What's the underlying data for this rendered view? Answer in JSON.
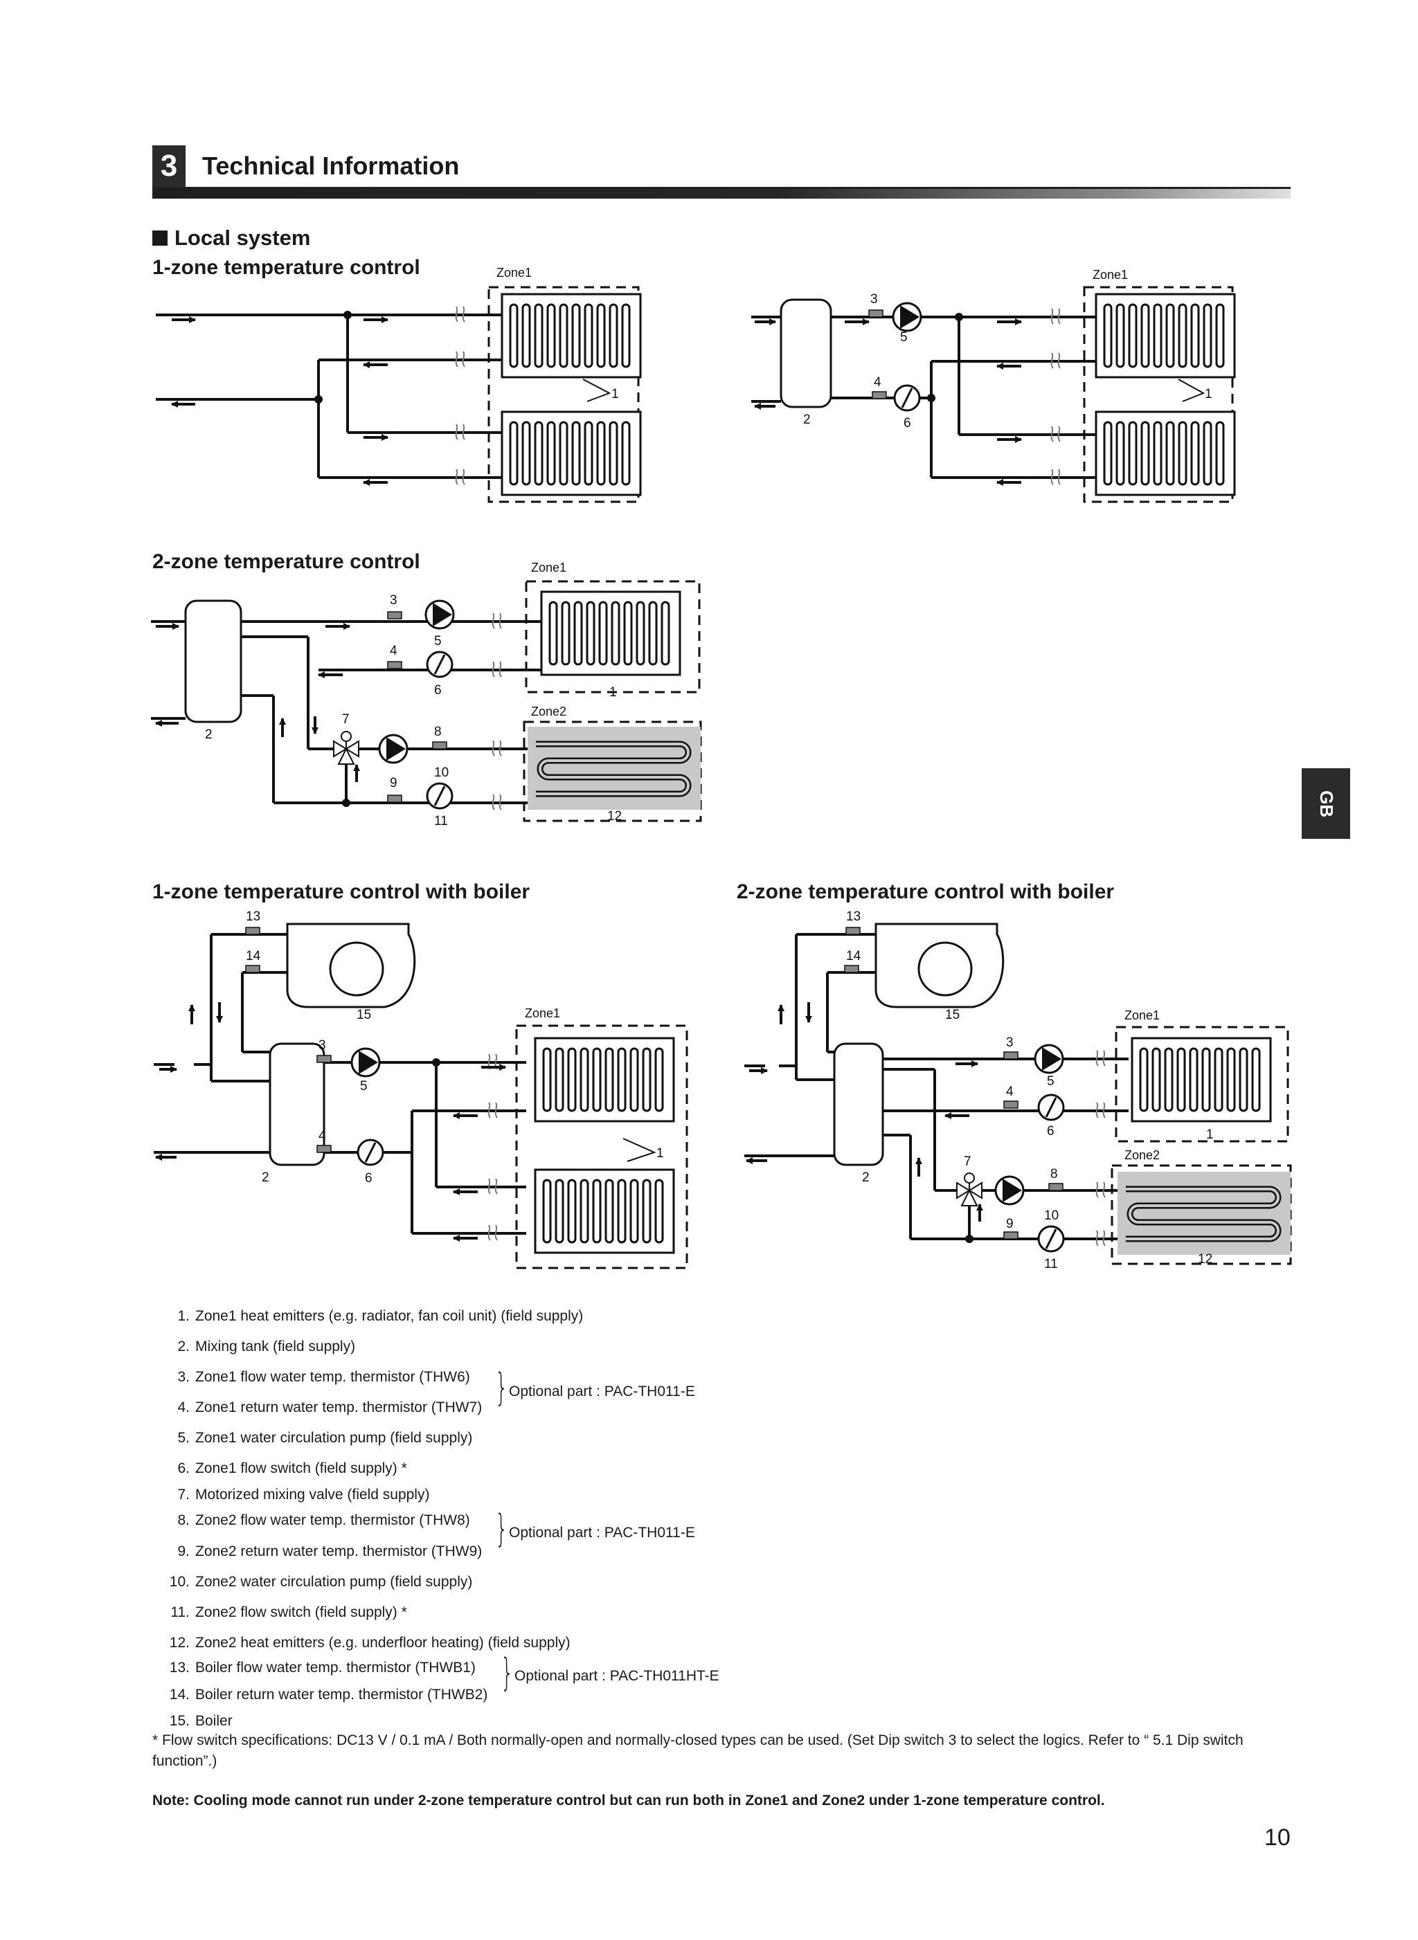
{
  "header": {
    "number": "3",
    "title": "Technical Information"
  },
  "section": {
    "heading": "Local system"
  },
  "diagrams": {
    "d1": {
      "title": "1-zone temperature control",
      "zone1": "Zone1"
    },
    "d2": {
      "zone1": "Zone1"
    },
    "d3": {
      "title": "2-zone temperature control",
      "zone1": "Zone1",
      "zone2": "Zone2"
    },
    "d4": {
      "title": "1-zone temperature control with boiler",
      "zone1": "Zone1"
    },
    "d5": {
      "title": "2-zone temperature control with boiler",
      "zone1": "Zone1",
      "zone2": "Zone2"
    }
  },
  "legend": [
    {
      "n": "1.",
      "text": "Zone1 heat emitters (e.g. radiator, fan coil unit) (field supply)"
    },
    {
      "n": "2.",
      "text": "Mixing tank (field supply)"
    },
    {
      "n": "3.",
      "text": "Zone1 flow water temp. thermistor (THW6)"
    },
    {
      "n": "4.",
      "text": "Zone1 return water temp. thermistor (THW7)"
    },
    {
      "n": "5.",
      "text": "Zone1 water circulation pump (field supply)"
    },
    {
      "n": "6.",
      "text": "Zone1 flow switch (field supply) *"
    },
    {
      "n": "7.",
      "text": "Motorized mixing valve (field supply)"
    },
    {
      "n": "8.",
      "text": "Zone2 flow water temp. thermistor (THW8)"
    },
    {
      "n": "9.",
      "text": "Zone2 return water temp. thermistor (THW9)"
    },
    {
      "n": "10.",
      "text": "Zone2 water circulation pump (field supply)"
    },
    {
      "n": "11.",
      "text": "Zone2 flow switch (field supply) *"
    },
    {
      "n": "12.",
      "text": "Zone2 heat emitters (e.g. underfloor heating) (field supply)"
    },
    {
      "n": "13.",
      "text": "Boiler flow water temp. thermistor (THWB1)"
    },
    {
      "n": "14.",
      "text": "Boiler return water temp. thermistor (THWB2)"
    },
    {
      "n": "15.",
      "text": "Boiler"
    }
  ],
  "optional": {
    "a": "Optional part : PAC-TH011-E",
    "b": "Optional part : PAC-TH011-E",
    "c": "Optional part : PAC-TH011HT-E"
  },
  "footnote": "* Flow switch specifications: DC13 V / 0.1 mA / Both normally-open and normally-closed types can be used. (Set Dip switch 3 to select the logics. Refer to “ 5.1 Dip switch function”.)",
  "note": "Note: Cooling mode cannot run under 2-zone temperature control but can run both in Zone1 and Zone2 under 1-zone temperature control.",
  "side_tab": "GB",
  "page_number": "10"
}
